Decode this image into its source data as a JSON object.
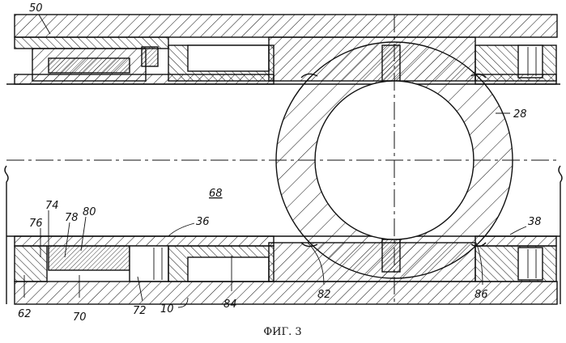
{
  "figure": {
    "caption": "ФИГ. 3",
    "callouts": {
      "c50": "50",
      "c28": "28",
      "c68": "68",
      "c36": "36",
      "c38": "38",
      "c74": "74",
      "c76": "76",
      "c78": "78",
      "c80": "80",
      "c62": "62",
      "c70": "70",
      "c72": "72",
      "c10": "10",
      "c84": "84",
      "c82": "82",
      "c86": "86"
    }
  }
}
